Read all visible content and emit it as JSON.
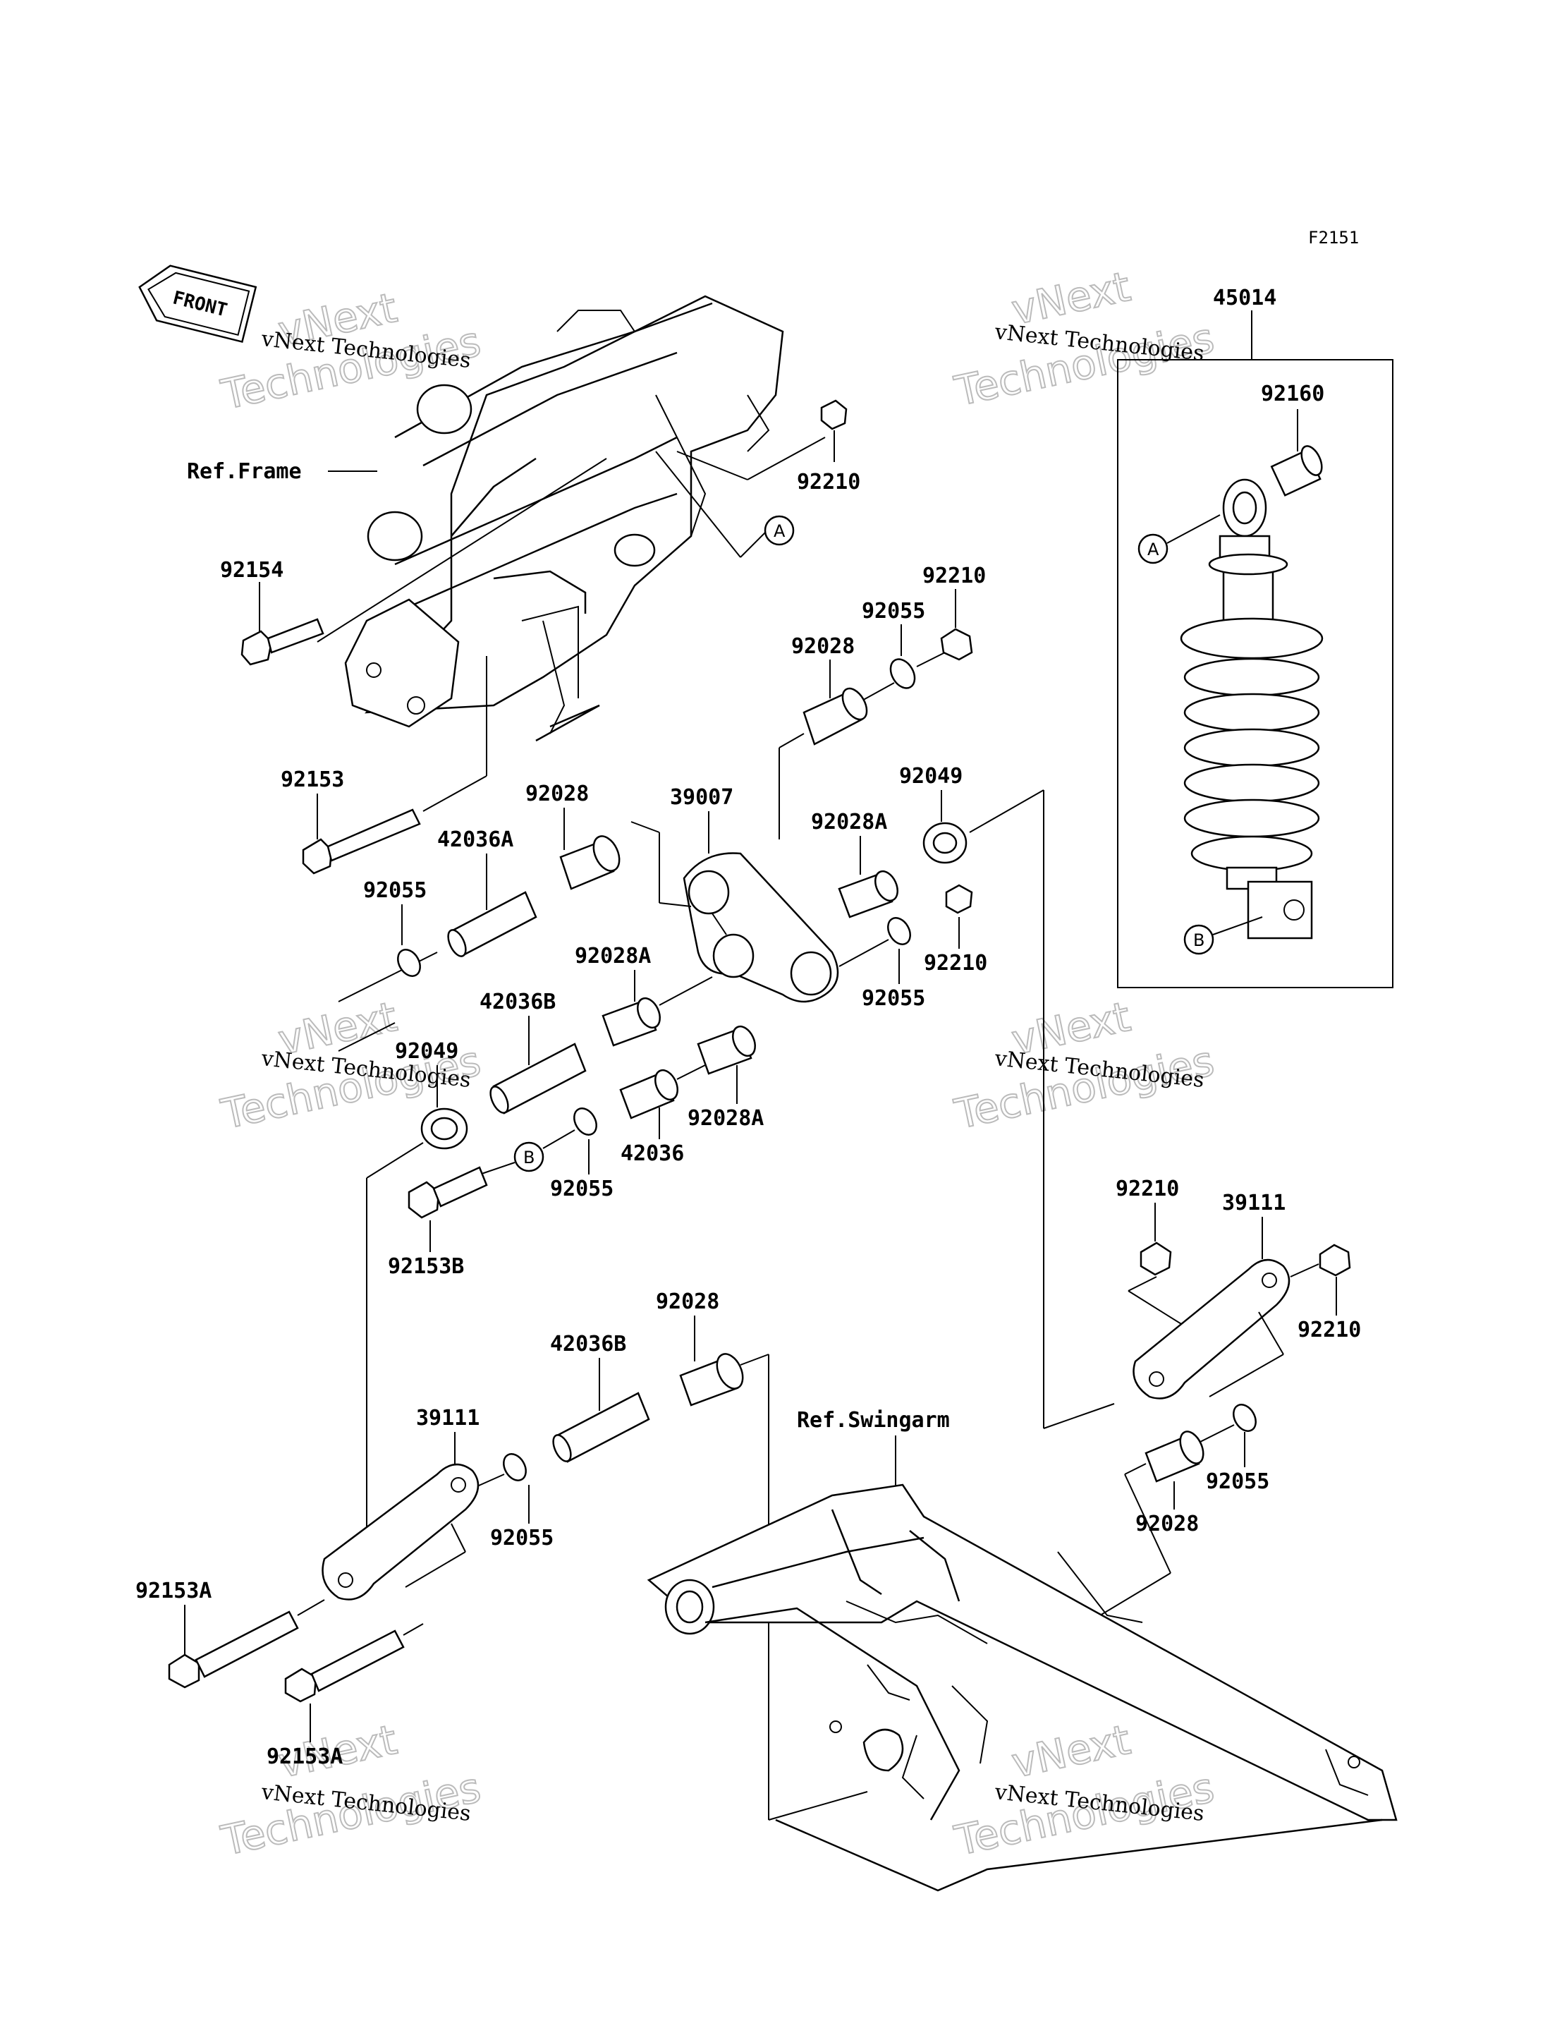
{
  "diagram": {
    "code": "F2151",
    "front_label": "FRONT",
    "watermark": {
      "line1": "vNext Technologies",
      "line2": "vNext",
      "line3": "Technologies"
    },
    "ref_labels": {
      "frame": "Ref.Frame",
      "swingarm": "Ref.Swingarm"
    },
    "callouts": [
      "A",
      "B"
    ],
    "parts": [
      "45014",
      "92160",
      "92210",
      "92154",
      "92055",
      "92028",
      "92049",
      "92153",
      "39007",
      "42036A",
      "92028A",
      "42036B",
      "42036",
      "92153B",
      "39111",
      "92153A"
    ],
    "labels": {
      "l45014": "45014",
      "l92160": "92160",
      "l92210_a": "92210",
      "l92210_b": "92210",
      "l92210_c": "92210",
      "l92210_d": "92210",
      "l92210_e": "92210",
      "l92154": "92154",
      "l92055_a": "92055",
      "l92055_b": "92055",
      "l92055_c": "92055",
      "l92055_d": "92055",
      "l92055_e": "92055",
      "l92055_f": "92055",
      "l92028_a": "92028",
      "l92028_b": "92028",
      "l92028_c": "92028",
      "l92028_d": "92028",
      "l92049_a": "92049",
      "l92049_b": "92049",
      "l92153": "92153",
      "l39007": "39007",
      "l42036A": "42036A",
      "l92028A_a": "92028A",
      "l92028A_b": "92028A",
      "l92028A_c": "92028A",
      "l42036B_a": "42036B",
      "l42036B_b": "42036B",
      "l42036": "42036",
      "l92153B": "92153B",
      "l39111_a": "39111",
      "l39111_b": "39111",
      "l92153A_a": "92153A",
      "l92153A_b": "92153A"
    }
  }
}
